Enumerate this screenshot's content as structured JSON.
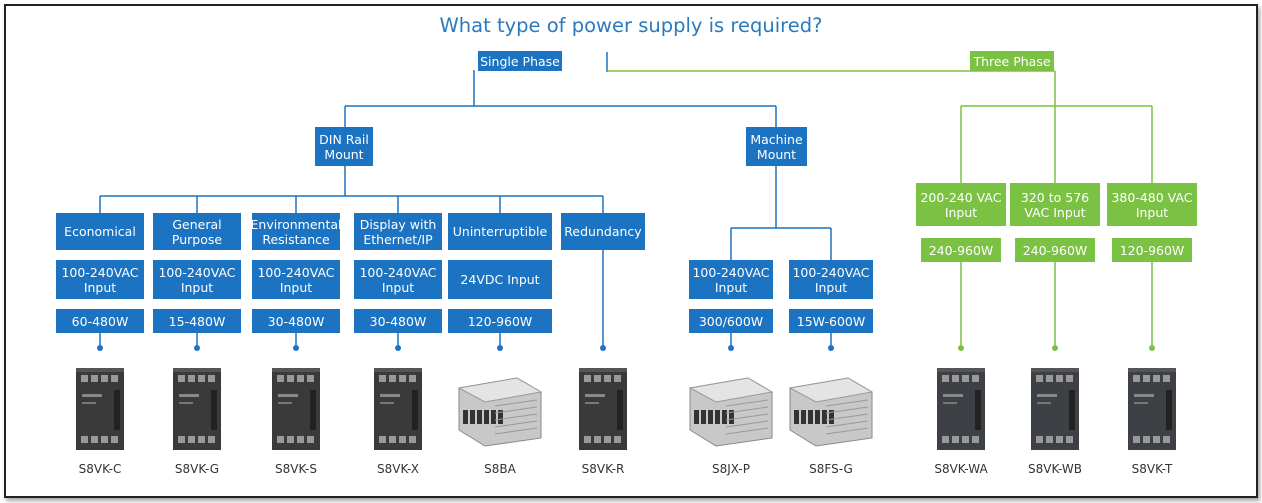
{
  "title": "What type of power supply is required?",
  "colors": {
    "blue": "#1c73c1",
    "green": "#7bc143",
    "title": "#2a79bf"
  },
  "level1": {
    "single": "Single Phase",
    "three": "Three Phase"
  },
  "level2": {
    "din": "DIN Rail Mount",
    "machine": "Machine Mount"
  },
  "din_products": [
    {
      "category": "Economical",
      "input": "100-240VAC Input",
      "power": "60-480W",
      "model": "S8VK-C"
    },
    {
      "category": "General Purpose",
      "input": "100-240VAC Input",
      "power": "15-480W",
      "model": "S8VK-G"
    },
    {
      "category": "Environmental Resistance",
      "input": "100-240VAC Input",
      "power": "30-480W",
      "model": "S8VK-S"
    },
    {
      "category": "Display with Ethernet/IP",
      "input": "100-240VAC Input",
      "power": "30-480W",
      "model": "S8VK-X"
    },
    {
      "category": "Uninterruptible",
      "input": "24VDC Input",
      "power": "120-960W",
      "model": "S8BA"
    },
    {
      "category": "Redundancy",
      "model": "S8VK-R"
    }
  ],
  "machine_products": [
    {
      "input": "100-240VAC Input",
      "power": "300/600W",
      "model": "S8JX-P"
    },
    {
      "input": "100-240VAC Input",
      "power": "15W-600W",
      "model": "S8FS-G"
    }
  ],
  "three_products": [
    {
      "input": "200-240 VAC Input",
      "power": "240-960W",
      "model": "S8VK-WA"
    },
    {
      "input": "320 to 576 VAC Input",
      "power": "240-960W",
      "model": "S8VK-WB"
    },
    {
      "input": "380-480 VAC Input",
      "power": "120-960W",
      "model": "S8VK-T"
    }
  ]
}
